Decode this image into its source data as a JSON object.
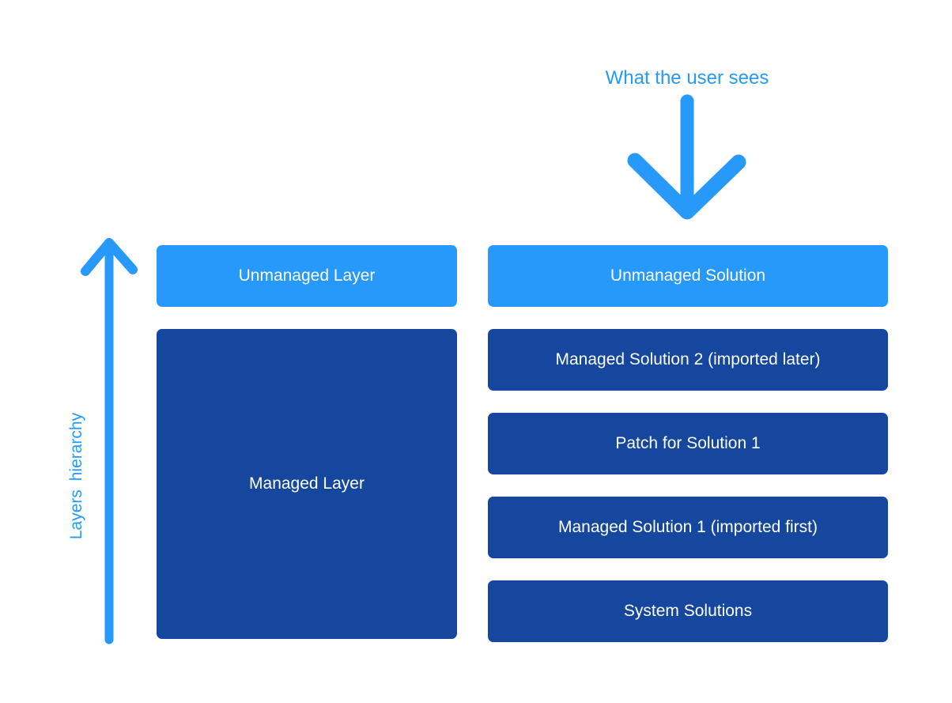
{
  "top_annotation": {
    "label": "What the user sees"
  },
  "axis": {
    "label": "Layers hierarchy"
  },
  "left_column": {
    "boxes": [
      {
        "label": "Unmanaged Layer",
        "variant": "light"
      },
      {
        "label": "Managed Layer",
        "variant": "dark"
      }
    ]
  },
  "right_column": {
    "boxes": [
      {
        "label": "Unmanaged Solution",
        "variant": "light"
      },
      {
        "label": "Managed Solution 2 (imported later)",
        "variant": "dark"
      },
      {
        "label": "Patch for Solution 1",
        "variant": "dark"
      },
      {
        "label": "Managed Solution 1 (imported first)",
        "variant": "dark"
      },
      {
        "label": "System Solutions",
        "variant": "dark"
      }
    ]
  },
  "icons": {
    "down_arrow": "↓",
    "up_arrow": "↑"
  },
  "colors": {
    "light_blue": "#2699FB",
    "dark_blue": "#14479D",
    "box_text": "#FFFFFF",
    "background": "#FFFFFF"
  }
}
